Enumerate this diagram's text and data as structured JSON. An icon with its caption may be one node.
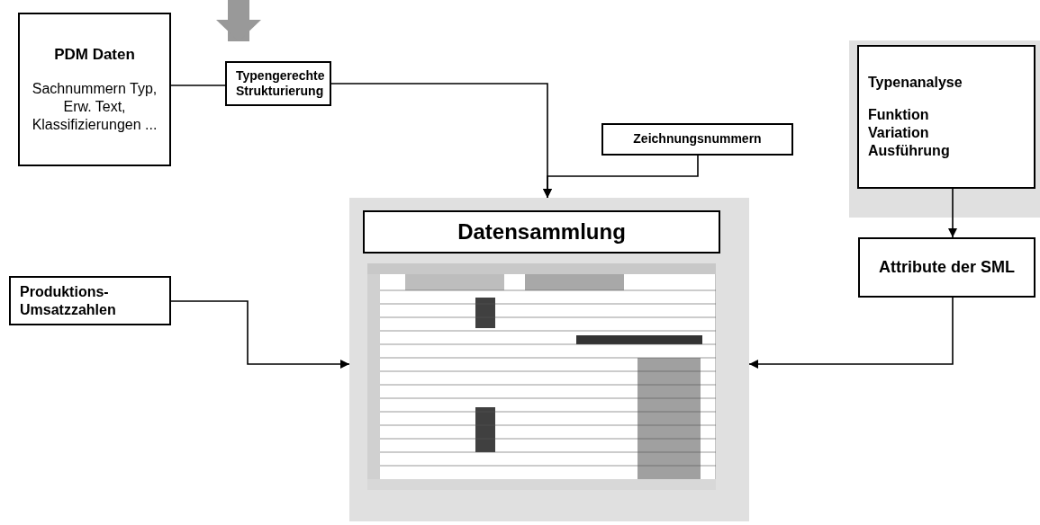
{
  "diagram": {
    "nodes": [
      {
        "text": [
          "PDM Daten",
          "Sachnummern Typ, Erw. Text, Klassifizierungen ..."
        ]
      },
      {
        "text": [
          "Typengerechte Strukturierung"
        ]
      },
      {
        "text": [
          "Zeichnungsnummern"
        ]
      },
      {
        "text": [],
        "shape": "box"
      },
      {
        "text": [
          "Datensammlung"
        ],
        "in": 3
      },
      {
        "text": [],
        "shape": "picture",
        "in": 3
      },
      {
        "text": [
          "Produktions-Umsatzzahlen"
        ]
      },
      {
        "text": [
          "Typenanalyse",
          "Funktion Variation Ausführung"
        ]
      },
      {
        "text": [
          "Attribute der SML"
        ]
      }
    ],
    "edges": [
      {
        "from": null,
        "to": 1,
        "arrow": "to",
        "style": "thick",
        "color": "#999999"
      },
      {
        "from": 0,
        "to": 1,
        "arrow": "none"
      },
      {
        "from": 1,
        "to": 3,
        "arrow": "to"
      },
      {
        "from": 2,
        "to": 3,
        "arrow": "to"
      },
      {
        "from": 6,
        "to": 3,
        "arrow": "to"
      },
      {
        "from": 7,
        "to": 8,
        "arrow": "to"
      },
      {
        "from": 8,
        "to": 3,
        "arrow": "to"
      }
    ]
  }
}
